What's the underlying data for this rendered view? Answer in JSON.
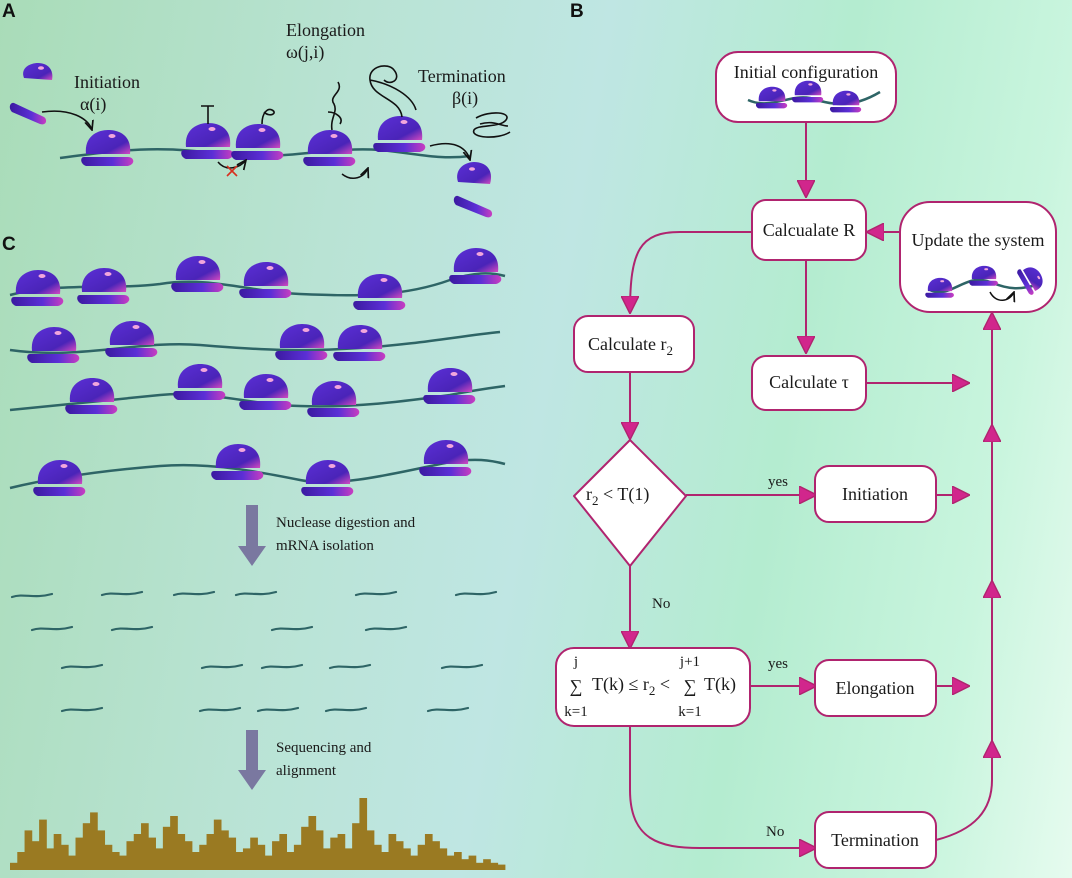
{
  "panels": {
    "a": "A",
    "b": "B",
    "c": "C"
  },
  "panel_a": {
    "initiation": "Initiation",
    "initiation_rate": "α(i)",
    "elongation": "Elongation",
    "elongation_rate": "ω(j,i)",
    "termination": "Termination",
    "termination_rate": "β(i)"
  },
  "panel_c": {
    "step1_line1": "Nuclease digestion and",
    "step1_line2": "mRNA isolation",
    "step2_line1": "Sequencing and",
    "step2_line2": "alignment",
    "histogram": [
      4,
      10,
      22,
      16,
      28,
      12,
      20,
      14,
      8,
      18,
      26,
      32,
      22,
      14,
      10,
      8,
      16,
      20,
      26,
      18,
      12,
      24,
      30,
      20,
      16,
      10,
      14,
      20,
      28,
      22,
      18,
      10,
      12,
      18,
      14,
      8,
      16,
      20,
      10,
      14,
      24,
      30,
      22,
      12,
      18,
      20,
      12,
      26,
      40,
      22,
      14,
      10,
      20,
      16,
      12,
      8,
      14,
      20,
      16,
      12,
      8,
      10,
      6,
      8,
      4,
      6,
      4,
      3
    ],
    "colors": {
      "ribosome": "#5b2fd6",
      "ribosome_dark": "#3a1a9a",
      "ribosome_accent": "#d44ac0",
      "mrna": "#2e6566",
      "histogram": "#9a7a22"
    }
  },
  "flowchart": {
    "initial_configuration": "Initial configuration",
    "calculate_R": "Calcualate R",
    "update_system": "Update the system",
    "calculate_r2": "Calculate r",
    "calculate_r2_sub": "2",
    "calculate_tau": "Calculate  τ",
    "cond1": "r",
    "cond1_sub": "2",
    "cond1_rest": " <  T(1)",
    "cond2_sum1_top": "j",
    "cond2_sum1_bottom": "k=1",
    "cond2_sum2_top": "j+1",
    "cond2_sum2_bottom": "k=1",
    "cond2_left": "T(k) ≤ r",
    "cond2_sub": "2",
    "cond2_right": " < ",
    "cond2_tail": "T(k)",
    "sigma": "∑",
    "initiation": "Initiation",
    "elongation": "Elongation",
    "termination": "Termination",
    "yes": "yes",
    "no": "No"
  }
}
